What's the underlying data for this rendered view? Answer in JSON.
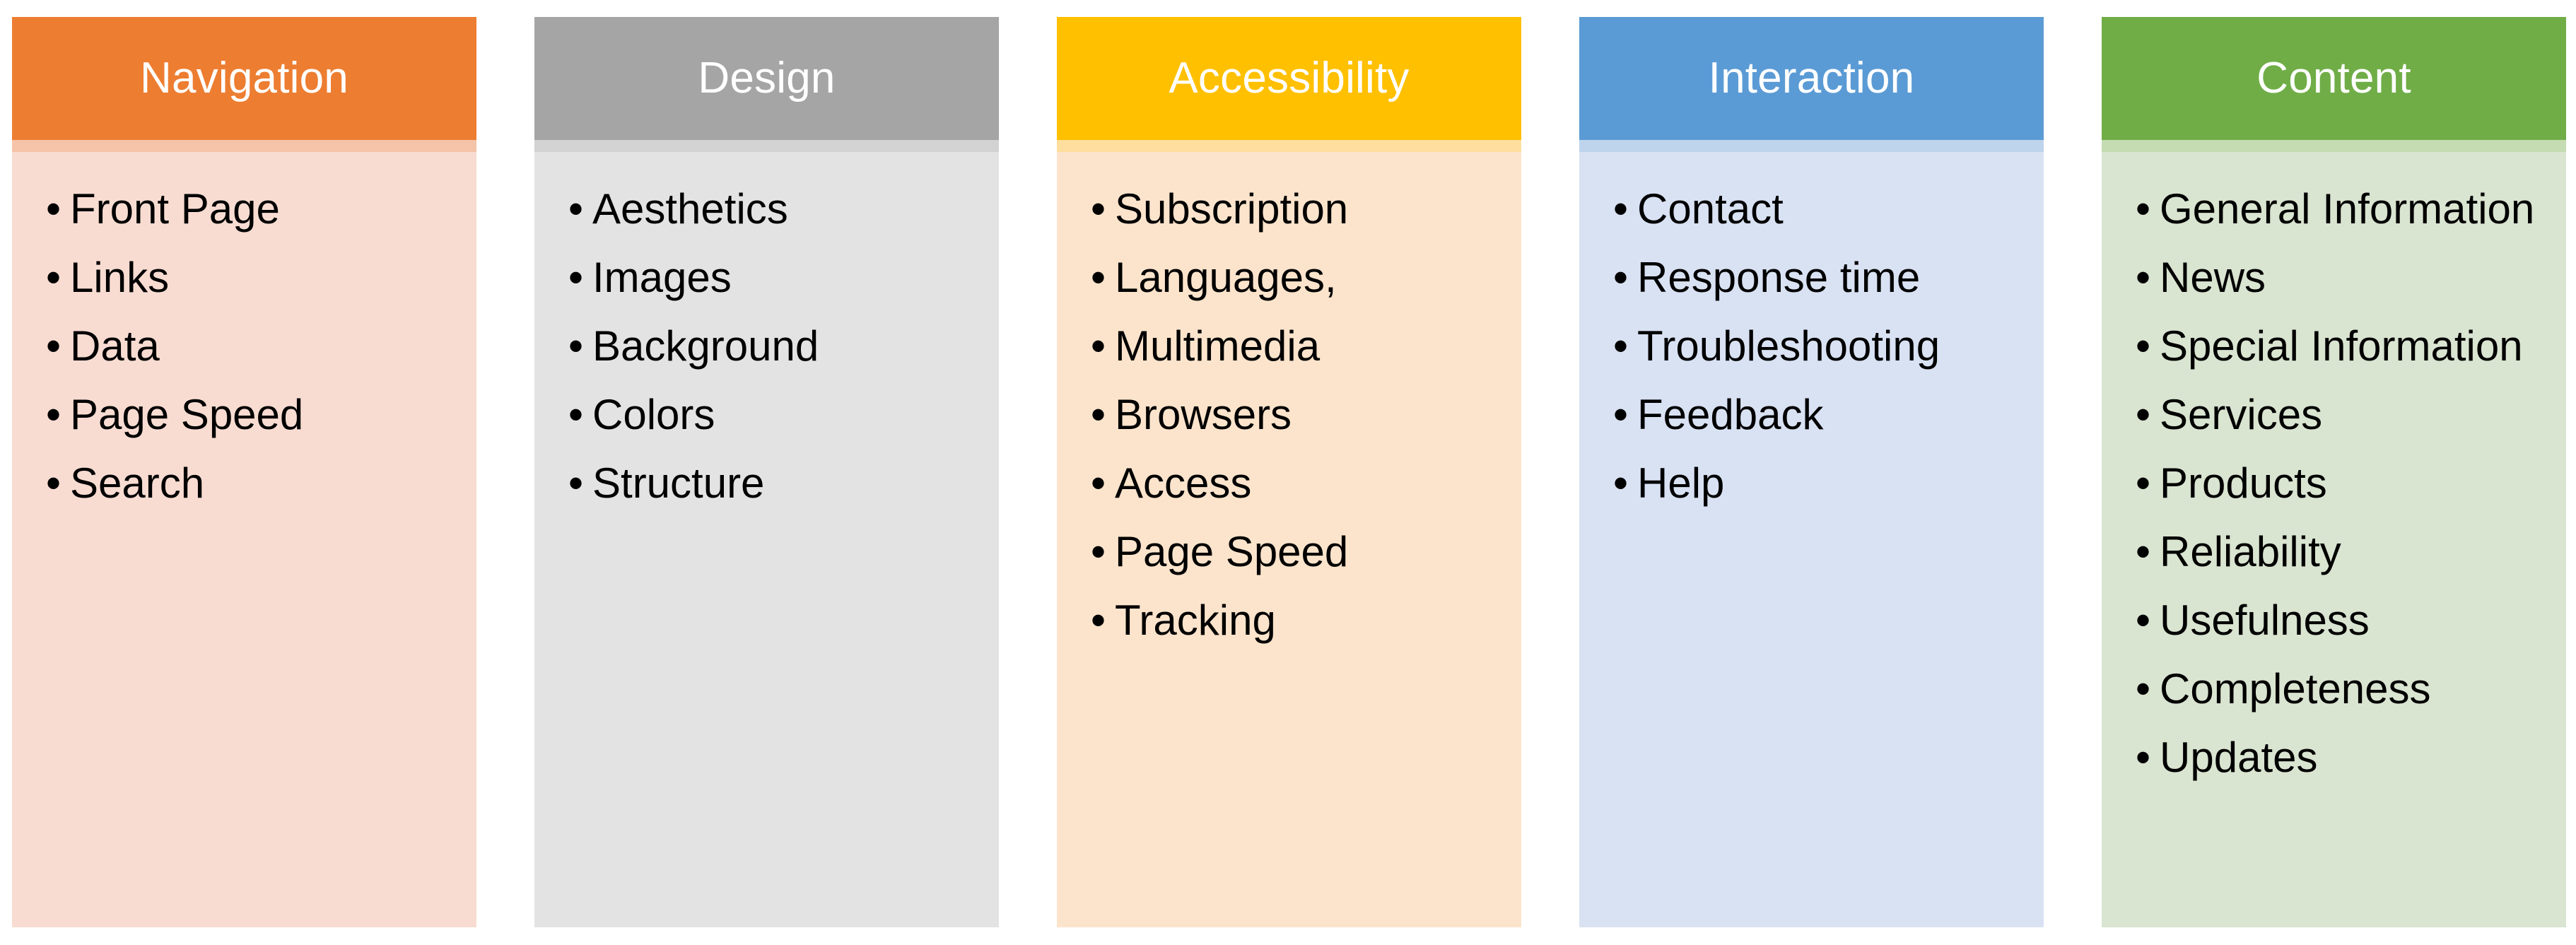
{
  "diagram": {
    "type": "five-column-category-blocks",
    "bullet_glyph": "•",
    "columns": [
      {
        "id": "navigation",
        "title": "Navigation",
        "header_color": "#ED7D31",
        "strip_color": "#F5C3A8",
        "body_color": "#F8DCD2",
        "title_color": "#FFFFFF",
        "text_color": "#000000",
        "items": [
          "Front Page",
          "Links",
          "Data",
          "Page Speed",
          "Search"
        ]
      },
      {
        "id": "design",
        "title": "Design",
        "header_color": "#A5A5A5",
        "strip_color": "#D2D2D2",
        "body_color": "#E3E3E3",
        "title_color": "#FFFFFF",
        "text_color": "#000000",
        "items": [
          "Aesthetics",
          "Images",
          "Background",
          "Colors",
          "Structure"
        ]
      },
      {
        "id": "accessibility",
        "title": "Accessibility",
        "header_color": "#FFC000",
        "strip_color": "#FFDE9E",
        "body_color": "#FCE4CC",
        "title_color": "#FFFFFF",
        "text_color": "#000000",
        "items": [
          "Subscription",
          "Languages,",
          "Multimedia",
          "Browsers",
          "Access",
          "Page Speed",
          "Tracking"
        ]
      },
      {
        "id": "interaction",
        "title": "Interaction",
        "header_color": "#5B9BD5",
        "strip_color": "#BDD4EC",
        "body_color": "#D9E2F3",
        "title_color": "#FFFFFF",
        "text_color": "#000000",
        "items": [
          "Contact",
          "Response time",
          "Troubleshooting",
          "Feedback",
          "Help"
        ]
      },
      {
        "id": "content",
        "title": "Content",
        "header_color": "#70AD47",
        "strip_color": "#C5DBB2",
        "body_color": "#D9E4D1",
        "title_color": "#FFFFFF",
        "text_color": "#000000",
        "items": [
          "General Information",
          "News",
          "Special Information",
          "Services",
          "Products",
          "Reliability",
          "Usefulness",
          "Completeness",
          "Updates"
        ]
      }
    ]
  }
}
